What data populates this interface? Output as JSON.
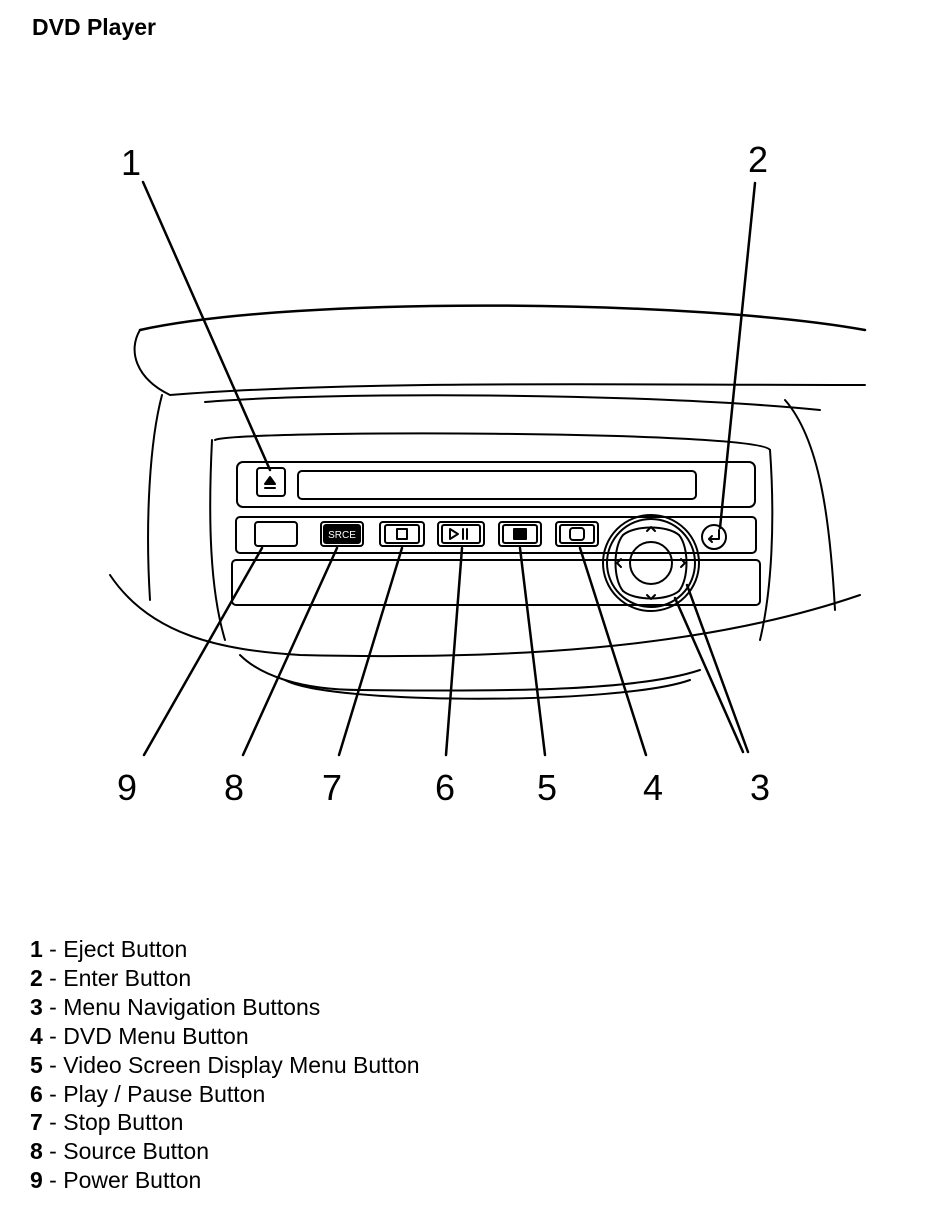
{
  "title": "DVD Player",
  "panel": {
    "source_label": "SRCE"
  },
  "callouts": [
    "1",
    "2",
    "3",
    "4",
    "5",
    "6",
    "7",
    "8",
    "9"
  ],
  "legend": [
    {
      "num": "1",
      "sep": " - ",
      "text": "Eject Button"
    },
    {
      "num": "2",
      "sep": " - ",
      "text": "Enter Button"
    },
    {
      "num": "3",
      "sep": " - ",
      "text": "Menu Navigation Buttons"
    },
    {
      "num": "4",
      "sep": " - ",
      "text": "DVD Menu Button"
    },
    {
      "num": "5",
      "sep": " - ",
      "text": "Video Screen Display Menu Button"
    },
    {
      "num": "6",
      "sep": " - ",
      "text": "Play / Pause Button"
    },
    {
      "num": "7",
      "sep": " - ",
      "text": "Stop Button"
    },
    {
      "num": "8",
      "sep": " - ",
      "text": "Source Button"
    },
    {
      "num": "9",
      "sep": " - ",
      "text": "Power Button"
    }
  ]
}
